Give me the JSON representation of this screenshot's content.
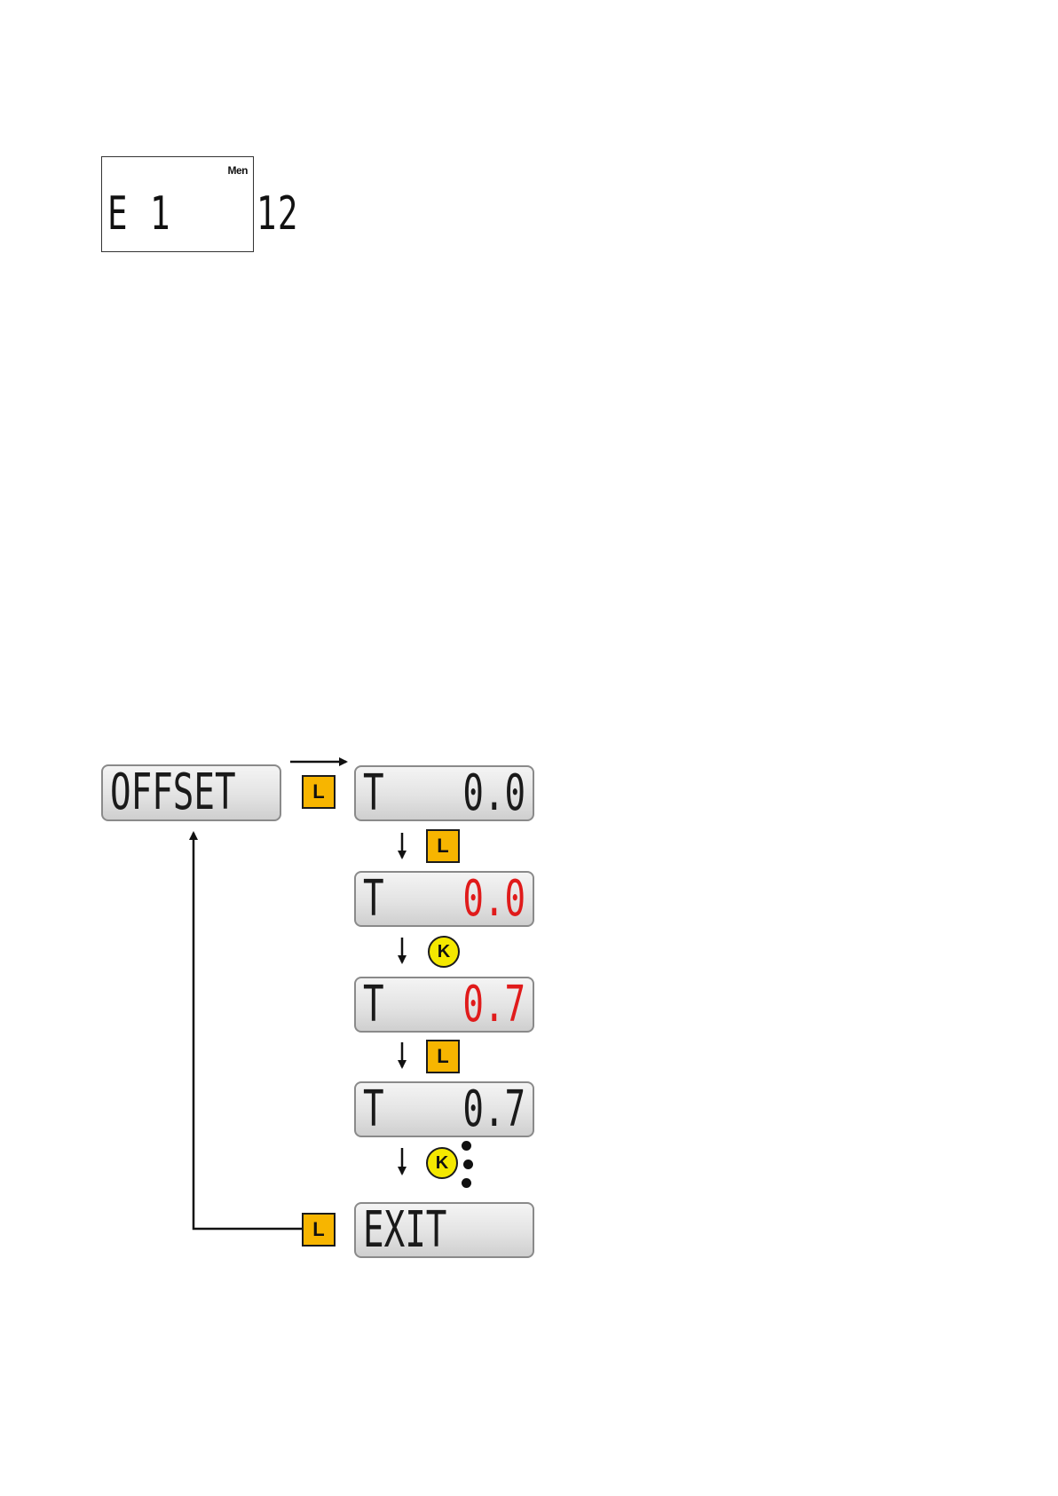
{
  "small_display": {
    "mode": "Men",
    "text": "E 1    12"
  },
  "flow": {
    "start": "OFFSET",
    "steps": [
      {
        "left": "T",
        "right": "0.0",
        "red": false
      },
      {
        "left": "T",
        "right": "0.0",
        "red": true
      },
      {
        "left": "T",
        "right": "0.7",
        "red": true
      },
      {
        "left": "T",
        "right": "0.7",
        "red": false
      }
    ],
    "exit": "EXIT",
    "keys": {
      "l": "L",
      "k": "K"
    }
  }
}
